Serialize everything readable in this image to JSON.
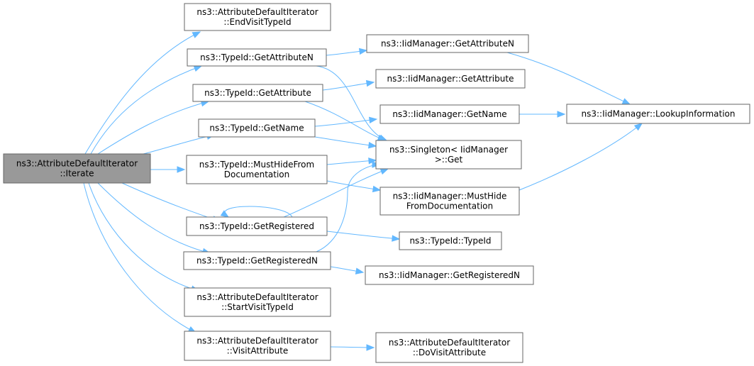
{
  "diagram": {
    "type": "call-graph",
    "colors": {
      "edge": "#63b8ff",
      "node_border": "#666666",
      "root_fill": "#999999",
      "node_fill": "#ffffff"
    },
    "nodes": [
      {
        "id": "iterate",
        "lines": [
          "ns3::AttributeDefaultIterator",
          "::Iterate"
        ],
        "root": true
      },
      {
        "id": "end_visit",
        "lines": [
          "ns3::AttributeDefaultIterator",
          "::EndVisitTypeId"
        ]
      },
      {
        "id": "typeid_get_attr_n",
        "lines": [
          "ns3::TypeId::GetAttributeN"
        ]
      },
      {
        "id": "typeid_get_attr",
        "lines": [
          "ns3::TypeId::GetAttribute"
        ]
      },
      {
        "id": "typeid_get_name",
        "lines": [
          "ns3::TypeId::GetName"
        ]
      },
      {
        "id": "typeid_must_hide",
        "lines": [
          "ns3::TypeId::MustHideFrom",
          "Documentation"
        ]
      },
      {
        "id": "typeid_get_registered",
        "lines": [
          "ns3::TypeId::GetRegistered"
        ]
      },
      {
        "id": "typeid_get_registered_n",
        "lines": [
          "ns3::TypeId::GetRegisteredN"
        ]
      },
      {
        "id": "start_visit",
        "lines": [
          "ns3::AttributeDefaultIterator",
          "::StartVisitTypeId"
        ]
      },
      {
        "id": "visit_attr",
        "lines": [
          "ns3::AttributeDefaultIterator",
          "::VisitAttribute"
        ]
      },
      {
        "id": "iid_get_attr_n",
        "lines": [
          "ns3::IidManager::GetAttributeN"
        ]
      },
      {
        "id": "iid_get_attr",
        "lines": [
          "ns3::IidManager::GetAttribute"
        ]
      },
      {
        "id": "iid_get_name",
        "lines": [
          "ns3::IidManager::GetName"
        ]
      },
      {
        "id": "singleton_get",
        "lines": [
          "ns3::Singleton< IidManager",
          ">::Get"
        ]
      },
      {
        "id": "iid_must_hide",
        "lines": [
          "ns3::IidManager::MustHide",
          "FromDocumentation"
        ]
      },
      {
        "id": "typeid_typeid",
        "lines": [
          "ns3::TypeId::TypeId"
        ]
      },
      {
        "id": "iid_get_registered_n",
        "lines": [
          "ns3::IidManager::GetRegisteredN"
        ]
      },
      {
        "id": "do_visit_attr",
        "lines": [
          "ns3::AttributeDefaultIterator",
          "::DoVisitAttribute"
        ]
      },
      {
        "id": "iid_lookup",
        "lines": [
          "ns3::IidManager::LookupInformation"
        ]
      }
    ],
    "edges": [
      {
        "from": "iterate",
        "to": "end_visit"
      },
      {
        "from": "iterate",
        "to": "typeid_get_attr_n"
      },
      {
        "from": "iterate",
        "to": "typeid_get_attr"
      },
      {
        "from": "iterate",
        "to": "typeid_get_name"
      },
      {
        "from": "iterate",
        "to": "typeid_must_hide"
      },
      {
        "from": "iterate",
        "to": "typeid_get_registered"
      },
      {
        "from": "iterate",
        "to": "typeid_get_registered_n"
      },
      {
        "from": "iterate",
        "to": "start_visit"
      },
      {
        "from": "iterate",
        "to": "visit_attr"
      },
      {
        "from": "typeid_get_attr_n",
        "to": "iid_get_attr_n"
      },
      {
        "from": "typeid_get_attr_n",
        "to": "singleton_get"
      },
      {
        "from": "typeid_get_attr",
        "to": "iid_get_attr"
      },
      {
        "from": "typeid_get_attr",
        "to": "singleton_get"
      },
      {
        "from": "typeid_get_name",
        "to": "iid_get_name"
      },
      {
        "from": "typeid_get_name",
        "to": "singleton_get"
      },
      {
        "from": "typeid_must_hide",
        "to": "singleton_get"
      },
      {
        "from": "typeid_must_hide",
        "to": "iid_must_hide"
      },
      {
        "from": "typeid_get_registered",
        "to": "typeid_get_registered"
      },
      {
        "from": "typeid_get_registered",
        "to": "singleton_get"
      },
      {
        "from": "typeid_get_registered",
        "to": "typeid_typeid"
      },
      {
        "from": "typeid_get_registered_n",
        "to": "singleton_get"
      },
      {
        "from": "typeid_get_registered_n",
        "to": "iid_get_registered_n"
      },
      {
        "from": "visit_attr",
        "to": "do_visit_attr"
      },
      {
        "from": "iid_get_attr_n",
        "to": "iid_lookup"
      },
      {
        "from": "iid_get_name",
        "to": "iid_lookup"
      },
      {
        "from": "iid_must_hide",
        "to": "iid_lookup"
      }
    ]
  }
}
